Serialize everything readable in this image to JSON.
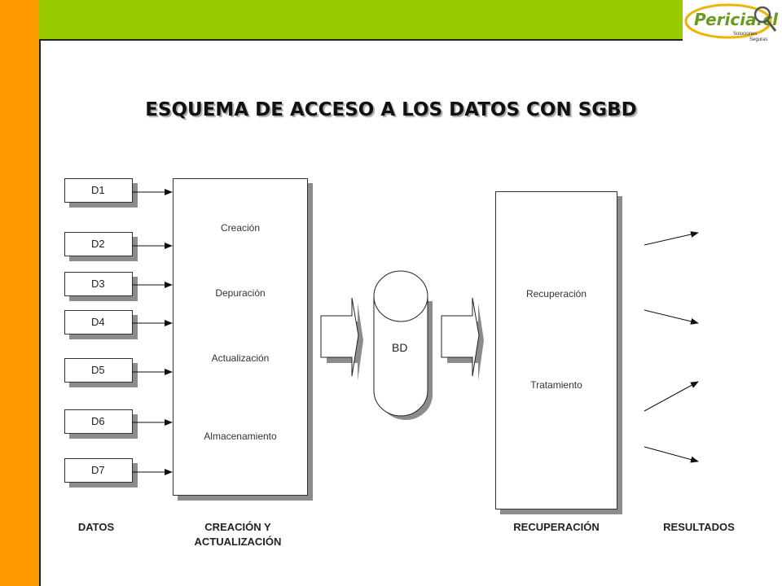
{
  "slide": {
    "title": "ESQUEMA DE ACCESO A LOS DATOS CON SGBD",
    "logo": {
      "text": "Pericia.cl",
      "subtext1": "Soluciones",
      "subtext2": "Seguras"
    }
  },
  "data_items": [
    "D1",
    "D2",
    "D3",
    "D4",
    "D5",
    "D6",
    "D7"
  ],
  "creation_box": {
    "items": [
      "Creación",
      "Depuración",
      "Actualización",
      "Almacenamiento"
    ]
  },
  "database": {
    "label": "BD"
  },
  "recovery_box": {
    "items": [
      "Recuperación",
      "Tratamiento"
    ]
  },
  "captions": {
    "datos": "DATOS",
    "creacion_line1": "CREACIÓN Y",
    "creacion_line2": "ACTUALIZACIÓN",
    "recuperacion": "RECUPERACIÓN",
    "resultados": "RESULTADOS"
  },
  "colors": {
    "left_bar": "#ff9900",
    "top_bar": "#99cc00",
    "logo_text": "#6a9a1f",
    "shadow": "#8c8c8c"
  }
}
